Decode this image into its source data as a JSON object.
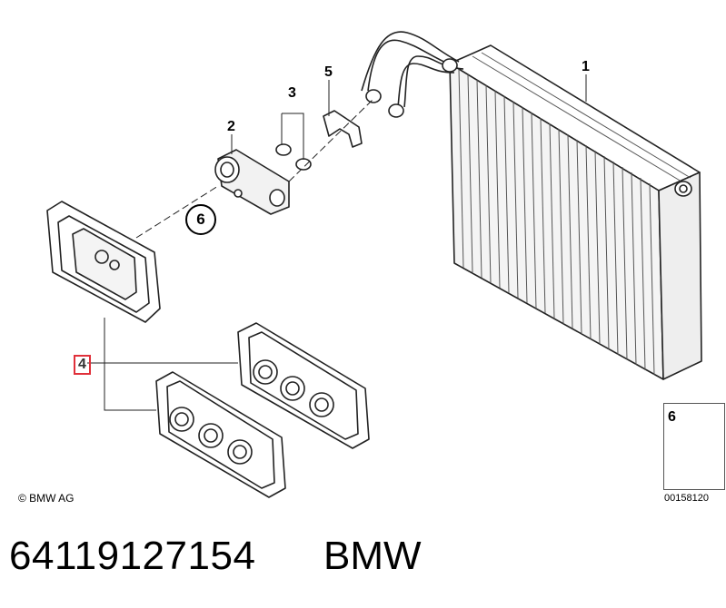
{
  "callouts": {
    "evaporator": "1",
    "expansion_valve": "2",
    "o_rings": "3",
    "gasket_selected": "4",
    "bracket": "5",
    "screw": "6"
  },
  "copyright": "© BMW AG",
  "legend": {
    "number": "6",
    "code": "00158120"
  },
  "caption": {
    "part_number": "64119127154",
    "brand": "BMW"
  },
  "colors": {
    "highlight_box": "#e0303a"
  }
}
